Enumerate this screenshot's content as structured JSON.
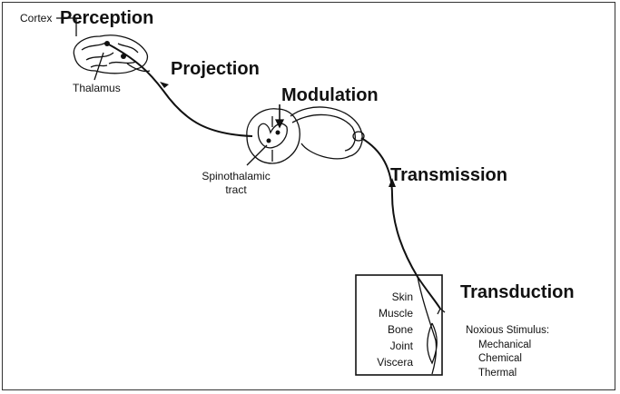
{
  "stages": {
    "perception": "Perception",
    "projection": "Projection",
    "modulation": "Modulation",
    "transmission": "Transmission",
    "transduction": "Transduction"
  },
  "labels": {
    "cortex": "Cortex",
    "thalamus": "Thalamus",
    "spinothalamic_1": "Spinothalamic",
    "spinothalamic_2": "tract"
  },
  "tissues": [
    "Skin",
    "Muscle",
    "Bone",
    "Joint",
    "Viscera"
  ],
  "stimulus": {
    "heading": "Noxious Stimulus:",
    "types": [
      "Mechanical",
      "Chemical",
      "Thermal"
    ]
  }
}
